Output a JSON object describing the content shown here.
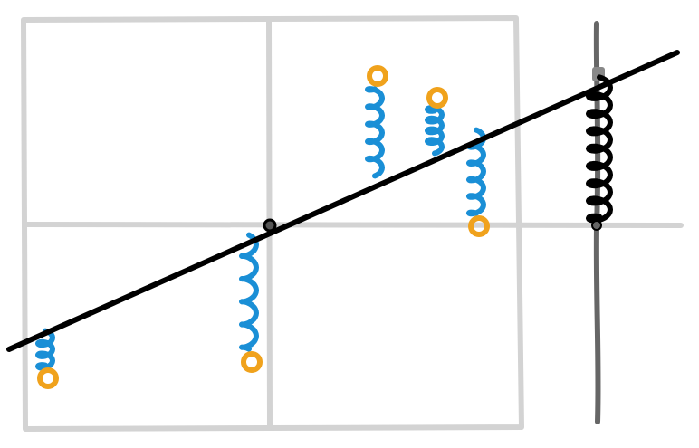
{
  "colors": {
    "background": "#ffffff",
    "grid": "#d3d3d3",
    "fit_line": "#000000",
    "residual_spring": "#1a8fd6",
    "data_point": "#f0a21c",
    "pivot_post": "#666666",
    "anchor_spring": "#000000"
  },
  "icons": {
    "pivot": "pivot-point-icon",
    "spring": "coil-spring-icon",
    "data_point": "ring-marker-icon"
  },
  "diagram": {
    "data_points": [
      {
        "id": "p1",
        "side": "below-line"
      },
      {
        "id": "p2",
        "side": "below-line"
      },
      {
        "id": "p3",
        "side": "above-line"
      },
      {
        "id": "p4",
        "side": "above-line"
      },
      {
        "id": "p5",
        "side": "below-line"
      }
    ]
  }
}
